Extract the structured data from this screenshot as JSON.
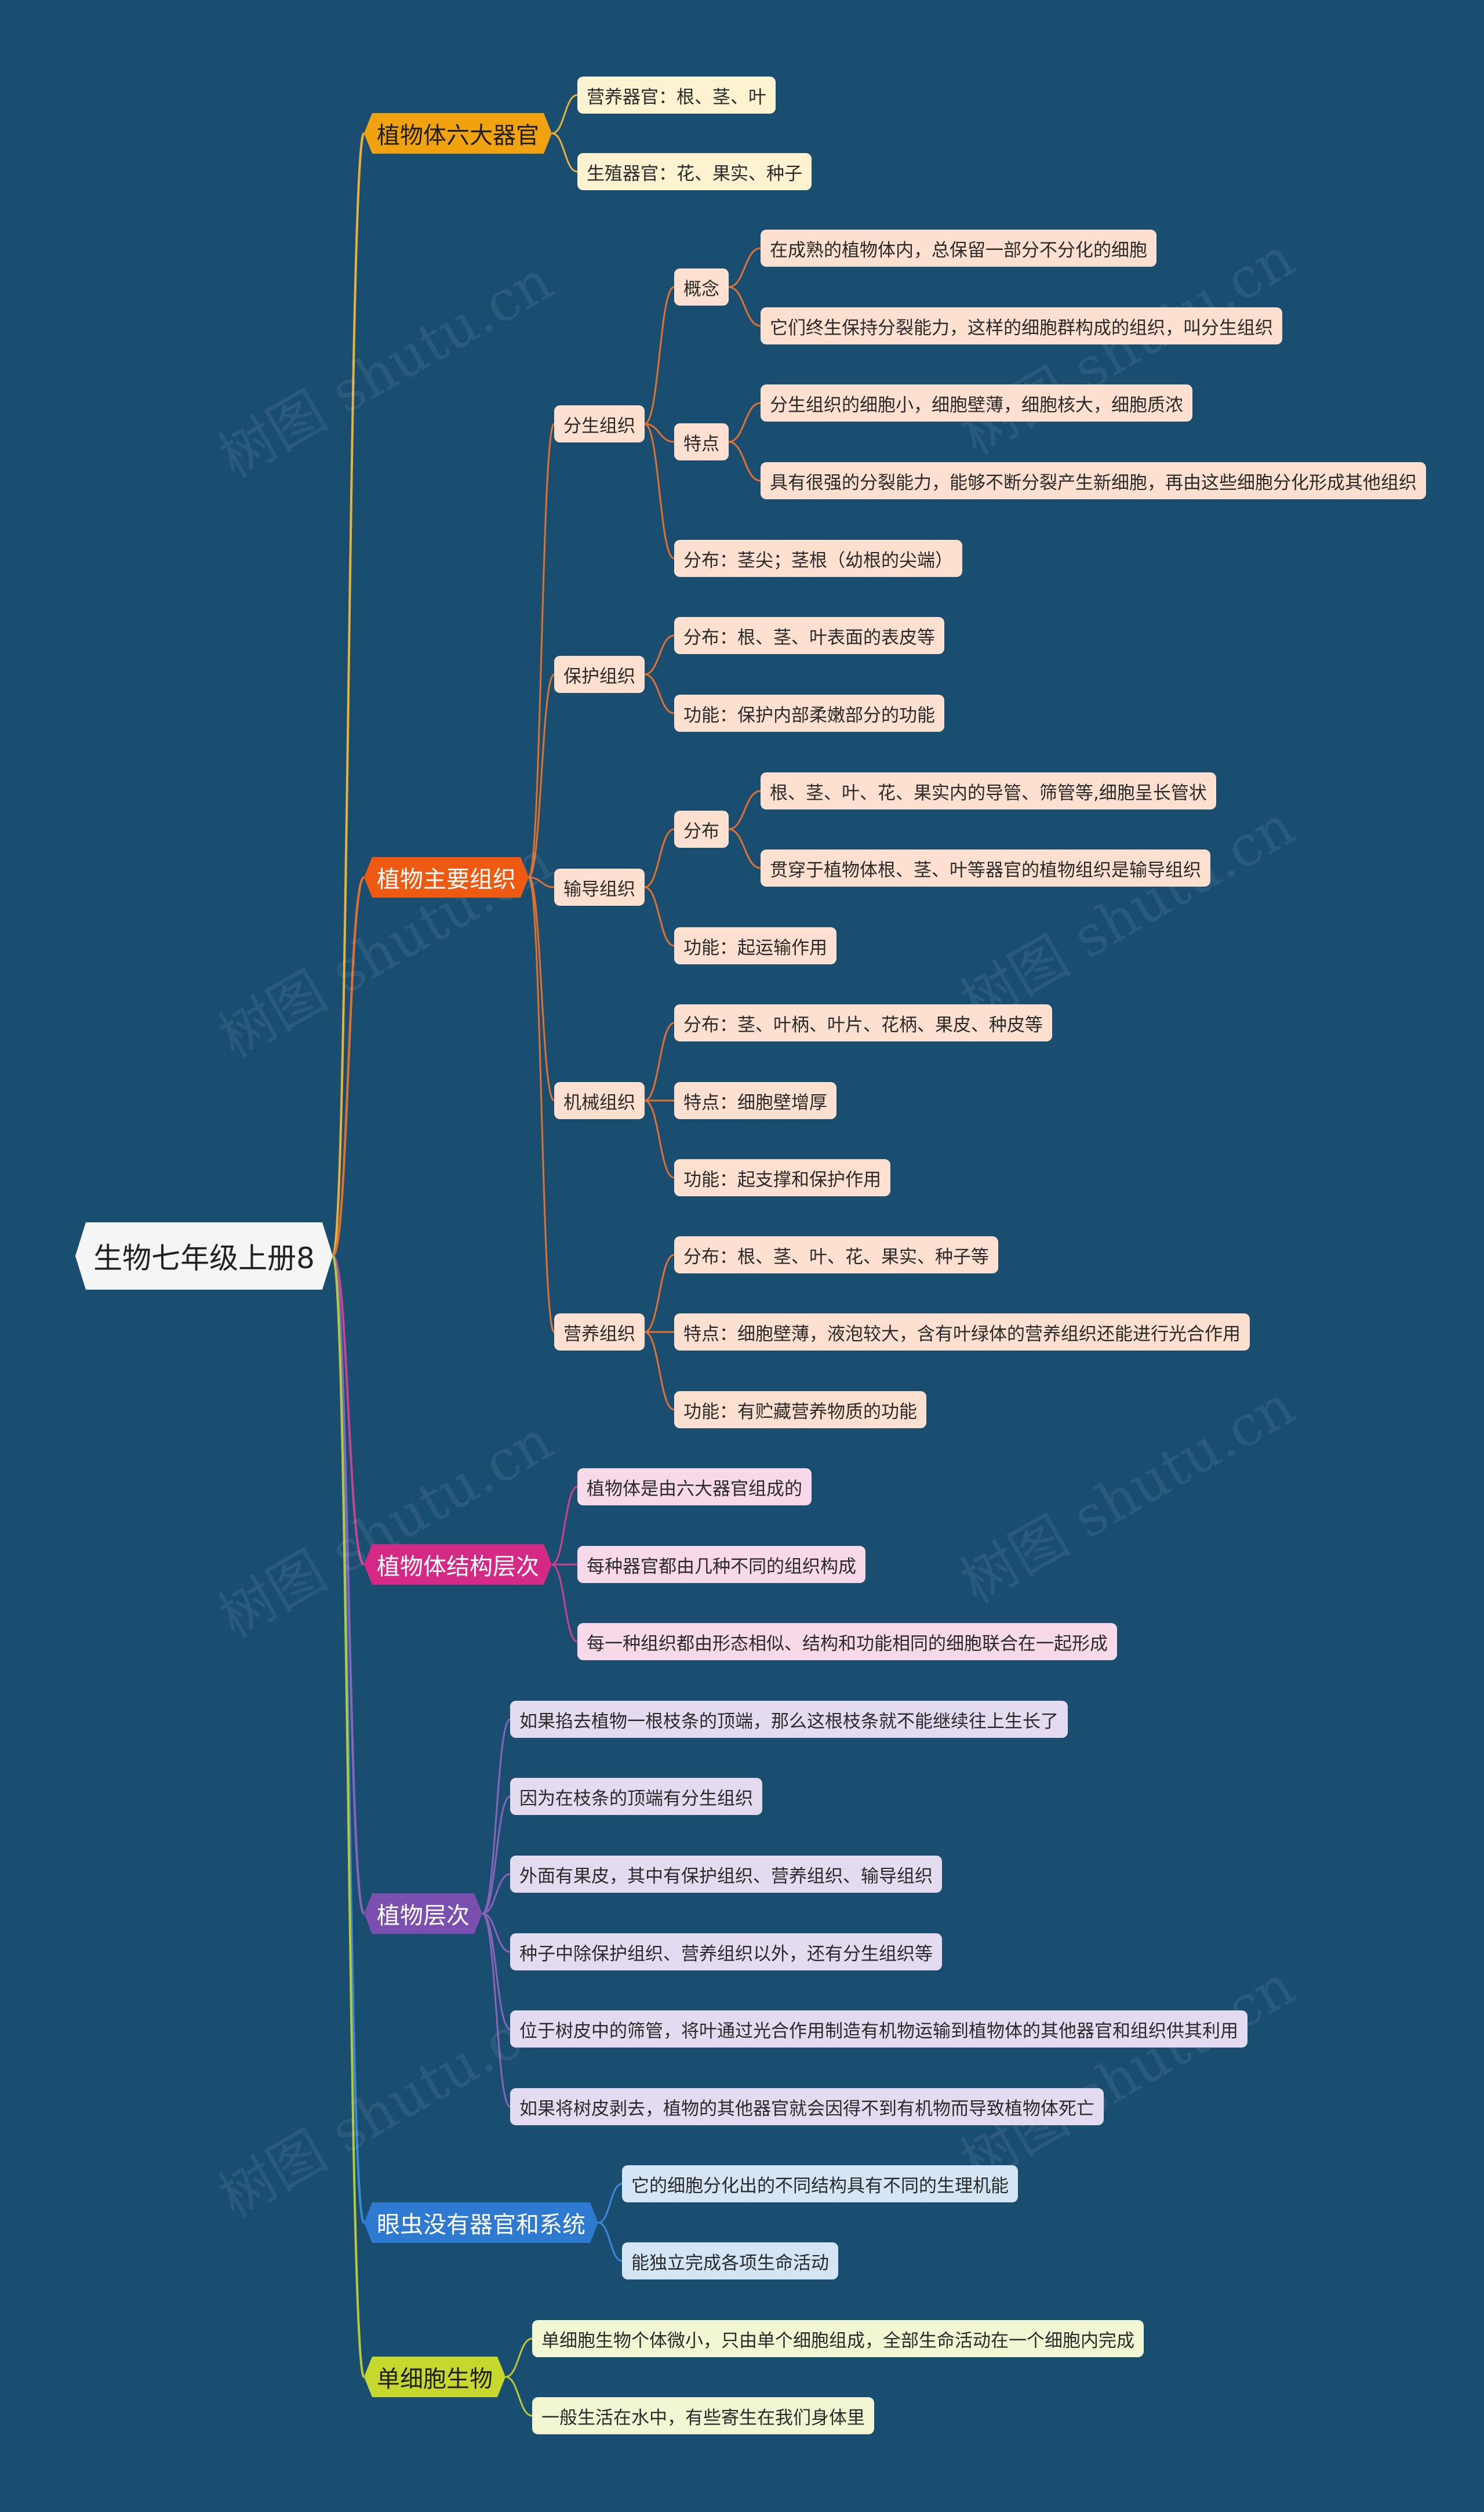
{
  "root": "生物七年级上册8",
  "watermark": "树图 shutu.cn",
  "branches": [
    {
      "label": "植物体六大器官",
      "color": "#f1a20f",
      "text": "#1f1f1f",
      "leaf_bg": "#fdf3d0",
      "line": "#e8b23a",
      "children": [
        {
          "label": "营养器官：根、茎、叶"
        },
        {
          "label": "生殖器官：花、果实、种子"
        }
      ]
    },
    {
      "label": "植物主要组织",
      "color": "#ef5a12",
      "text": "#ffffff",
      "leaf_bg": "#fde0cf",
      "line": "#e0702f",
      "children": [
        {
          "label": "分生组织",
          "children": [
            {
              "label": "概念",
              "children": [
                {
                  "label": "在成熟的植物体内，总保留一部分不分化的细胞"
                },
                {
                  "label": "它们终生保持分裂能力，这样的细胞群构成的组织，叫分生组织"
                }
              ]
            },
            {
              "label": "特点",
              "children": [
                {
                  "label": "分生组织的细胞小，细胞壁薄，细胞核大，细胞质浓"
                },
                {
                  "label": "具有很强的分裂能力，能够不断分裂产生新细胞，再由这些细胞分化形成其他组织"
                }
              ]
            },
            {
              "label": "分布：茎尖；茎根（幼根的尖端）"
            }
          ]
        },
        {
          "label": "保护组织",
          "children": [
            {
              "label": "分布：根、茎、叶表面的表皮等"
            },
            {
              "label": "功能：保护内部柔嫩部分的功能"
            }
          ]
        },
        {
          "label": "输导组织",
          "children": [
            {
              "label": "分布",
              "children": [
                {
                  "label": "根、茎、叶、花、果实内的导管、筛管等,细胞呈长管状"
                },
                {
                  "label": "贯穿于植物体根、茎、叶等器官的植物组织是输导组织"
                }
              ]
            },
            {
              "label": "功能：起运输作用"
            }
          ]
        },
        {
          "label": "机械组织",
          "children": [
            {
              "label": "分布：茎、叶柄、叶片、花柄、果皮、种皮等"
            },
            {
              "label": "特点：细胞壁增厚"
            },
            {
              "label": "功能：起支撑和保护作用"
            }
          ]
        },
        {
          "label": "营养组织",
          "children": [
            {
              "label": "分布：根、茎、叶、花、果实、种子等"
            },
            {
              "label": "特点：细胞壁薄，液泡较大，含有叶绿体的营养组织还能进行光合作用"
            },
            {
              "label": "功能：有贮藏营养物质的功能"
            }
          ]
        }
      ]
    },
    {
      "label": "植物体结构层次",
      "color": "#d42a85",
      "text": "#ffffff",
      "leaf_bg": "#f8d9ea",
      "line": "#c7438d",
      "children": [
        {
          "label": "植物体是由六大器官组成的"
        },
        {
          "label": "每种器官都由几种不同的组织构成"
        },
        {
          "label": "每一种组织都由形态相似、结构和功能相同的细胞联合在一起形成"
        }
      ]
    },
    {
      "label": "植物层次",
      "color": "#7b4fb0",
      "text": "#ffffff",
      "leaf_bg": "#e4dbf0",
      "line": "#8a63bb",
      "children": [
        {
          "label": "如果掐去植物一根枝条的顶端，那么这根枝条就不能继续往上生长了"
        },
        {
          "label": "因为在枝条的顶端有分生组织"
        },
        {
          "label": "外面有果皮，其中有保护组织、营养组织、输导组织"
        },
        {
          "label": "种子中除保护组织、营养组织以外，还有分生组织等"
        },
        {
          "label": "位于树皮中的筛管，将叶通过光合作用制造有机物运输到植物体的其他器官和组织供其利用"
        },
        {
          "label": "如果将树皮剥去，植物的其他器官就会因得不到有机物而导致植物体死亡"
        }
      ]
    },
    {
      "label": "眼虫没有器官和系统",
      "color": "#2f7ad1",
      "text": "#ffffff",
      "leaf_bg": "#d4e5f5",
      "line": "#3d88d6",
      "children": [
        {
          "label": "它的细胞分化出的不同结构具有不同的生理机能"
        },
        {
          "label": "能独立完成各项生命活动"
        }
      ]
    },
    {
      "label": "单细胞生物",
      "color": "#c6d72e",
      "text": "#1f1f1f",
      "leaf_bg": "#f3f6d2",
      "line": "#b8c935",
      "children": [
        {
          "label": "单细胞生物个体微小，只由单个细胞组成，全部生命活动在一个细胞内完成"
        },
        {
          "label": "一般生活在水中，有些寄生在我们身体里"
        }
      ]
    }
  ]
}
